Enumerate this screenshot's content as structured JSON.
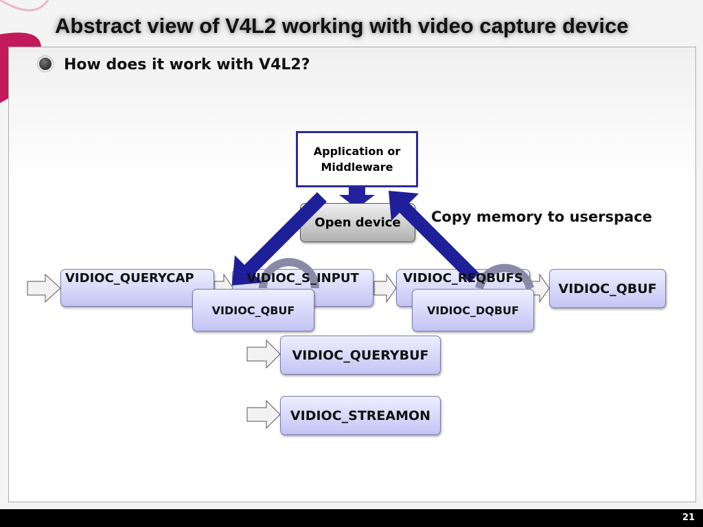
{
  "title": "Abstract view of V4L2 working with video capture device",
  "subtitle": "How does it work with V4L2?",
  "diagram": {
    "app_box": {
      "line1": "Application or",
      "line2": "Middleware"
    },
    "open_device": "Open device",
    "copy_label": "Copy memory to userspace",
    "row": [
      "VIDIOC_QUERYCAP",
      "VIDIOC_S_INPUT",
      "VIDIOC_REQBUFS",
      "VIDIOC_QBUF"
    ],
    "overlay": [
      "VIDIOC_QBUF",
      "VIDIOC_DQBUF"
    ],
    "column": [
      "VIDIOC_QUERYBUF",
      "VIDIOC_STREAMON"
    ],
    "colors": {
      "box_fill": "#c4c4f4",
      "big_arrow": "#1f1f99",
      "frame": "#2b2b99"
    }
  },
  "page_number": "21"
}
